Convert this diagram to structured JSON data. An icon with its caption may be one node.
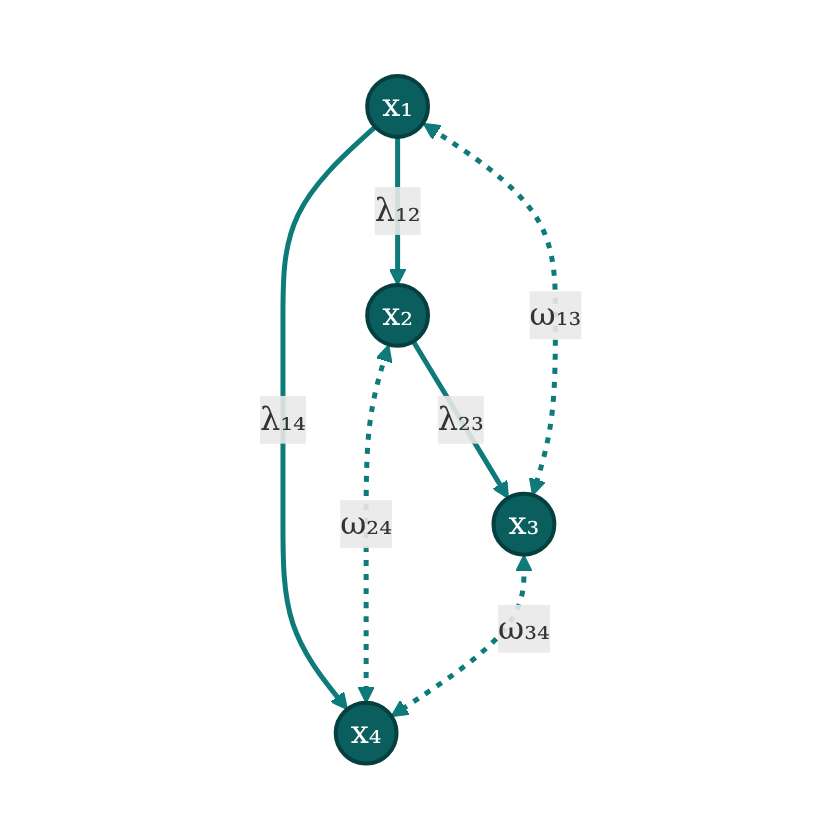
{
  "diagram": {
    "nodes": [
      {
        "text": [
          "x₁"
        ]
      },
      {
        "text": [
          "x₂"
        ]
      },
      {
        "text": [
          "x₃"
        ]
      },
      {
        "text": [
          "x₄"
        ]
      }
    ],
    "edges": [
      {
        "from": 0,
        "to": 1,
        "arrow": "to",
        "label": "λ₁₂"
      },
      {
        "from": 0,
        "to": 3,
        "arrow": "to",
        "label": "λ₁₄"
      },
      {
        "from": 1,
        "to": 2,
        "arrow": "to",
        "label": "λ₂₃"
      },
      {
        "from": 0,
        "to": 2,
        "arrow": "both",
        "label": "ω₁₃",
        "style": "dashed"
      },
      {
        "from": 1,
        "to": 3,
        "arrow": "both",
        "label": "ω₂₄",
        "style": "dashed"
      },
      {
        "from": 2,
        "to": 3,
        "arrow": "both",
        "label": "ω₃₄",
        "style": "dashed"
      }
    ]
  }
}
